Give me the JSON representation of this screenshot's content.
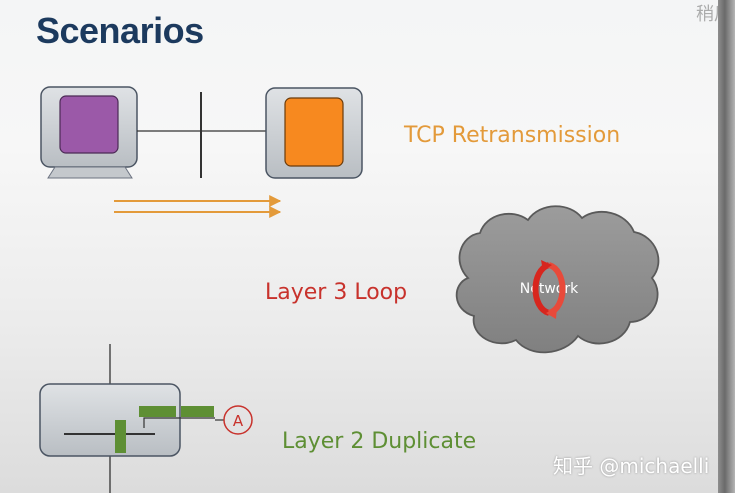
{
  "title": "Scenarios",
  "scenarios": {
    "tcp": "TCP Retransmission",
    "loop": "Layer 3 Loop",
    "duplicate": "Layer 2 Duplicate"
  },
  "cloud": {
    "label": "Network"
  },
  "switch": {
    "port_label": "A"
  },
  "watermark": "知乎 @michaelli",
  "corner_text": "稍后",
  "colors": {
    "title": "#1c3a5e",
    "tcp": "#e39a3a",
    "loop": "#c8322c",
    "duplicate": "#5e8f34",
    "client_screen": "#9b59a8",
    "server_screen": "#f7891f",
    "device_body": "#c9cdd1"
  }
}
